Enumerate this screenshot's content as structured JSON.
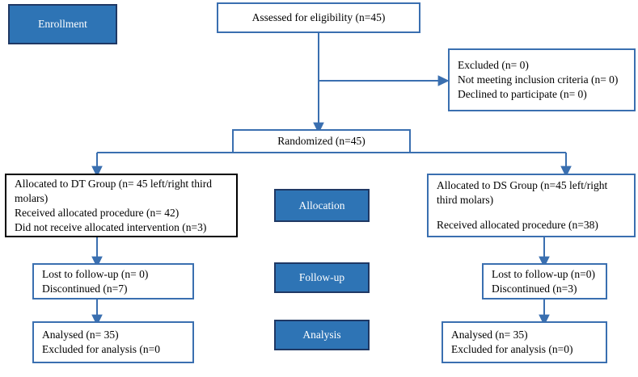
{
  "diagram": {
    "title_box": {
      "lines": [
        "Assessed for eligibility (n=45)"
      ]
    },
    "excluded_box": {
      "lines": [
        "Excluded (n= 0)",
        "Not meeting inclusion criteria (n= 0)",
        "Declined to participate (n= 0)"
      ]
    },
    "randomized_box": {
      "lines": [
        "Randomized (n=45)"
      ]
    },
    "left_allocation_box": {
      "lines": [
        "Allocated to DT Group (n= 45 left/right third molars)",
        "Received allocated procedure (n= 42)",
        "Did not receive allocated intervention (n=3)"
      ]
    },
    "right_allocation_box": {
      "lines": [
        "Allocated to DS Group (n=45 left/right third molars)",
        "",
        "Received allocated procedure (n=38)"
      ]
    },
    "left_followup_box": {
      "lines": [
        "Lost to follow-up (n= 0)",
        "Discontinued (n=7)"
      ]
    },
    "right_followup_box": {
      "lines": [
        "Lost to follow-up (n=0)",
        "Discontinued (n=3)"
      ]
    },
    "left_analysis_box": {
      "lines": [
        "Analysed (n= 35)",
        "Excluded for analysis (n=0"
      ]
    },
    "right_analysis_box": {
      "lines": [
        "Analysed (n= 35)",
        "Excluded for analysis (n=0)"
      ]
    },
    "stages": {
      "enrollment": "Enrollment",
      "allocation": "Allocation",
      "followup": "Follow-up",
      "analysis": "Analysis"
    },
    "colors": {
      "stage_fill": "#2E74B5",
      "stage_border": "#1F3864",
      "box_border": "#3A6FB0",
      "box_border_alt": "#000000",
      "connector": "#3A6FB0",
      "text": "#000000",
      "stage_text": "#FFFFFF"
    }
  }
}
